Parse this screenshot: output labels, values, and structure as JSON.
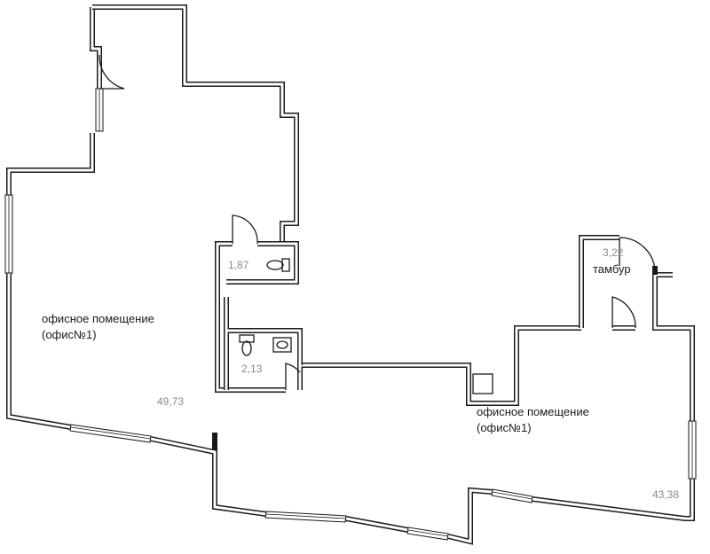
{
  "rooms": [
    {
      "key": "office1",
      "name": "офисное помещение",
      "sub": "(офис№1)",
      "area": "49,73"
    },
    {
      "key": "office2",
      "name": "офисное помещение",
      "sub": "(офис№1)",
      "area": "43,38"
    },
    {
      "key": "wc1",
      "area": "1,87"
    },
    {
      "key": "wc2",
      "area": "2,13"
    },
    {
      "key": "vestibule",
      "name": "тамбур",
      "area": "3,22"
    }
  ]
}
